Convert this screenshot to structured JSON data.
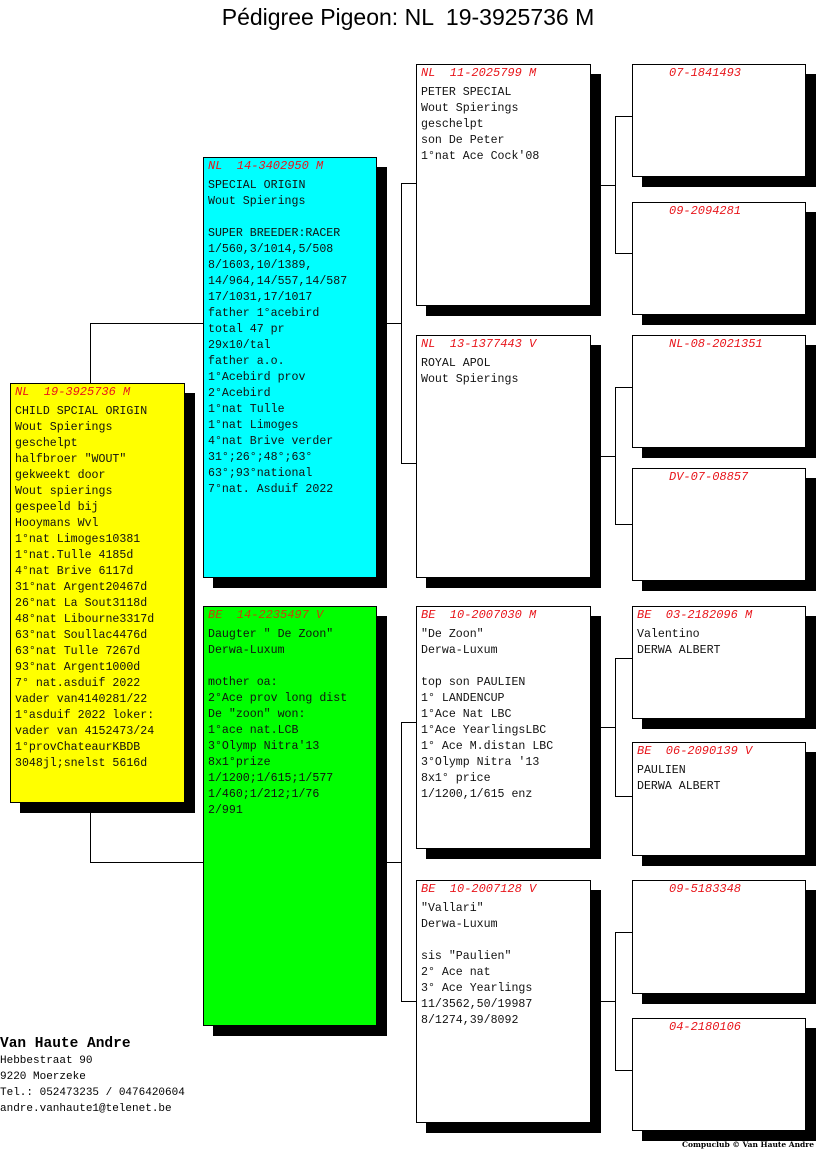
{
  "title": "Pédigree Pigeon: NL  19-3925736 M",
  "boxes": {
    "child": {
      "header": "NL  19-3925736 M",
      "lines": [
        "CHILD SPCIAL ORIGIN",
        "Wout Spierings",
        "geschelpt",
        "halfbroer \"WOUT\"",
        "gekweekt door",
        "Wout spierings",
        "gespeeld bij",
        "Hooymans Wvl",
        "1°nat Limoges10381",
        "1°nat.Tulle 4185d",
        "4°nat Brive 6117d",
        "31°nat Argent20467d",
        "26°nat La Sout3118d",
        "48°nat Libourne3317d",
        "63°nat Soullac4476d",
        "63°nat Tulle 7267d",
        "93°nat Argent1000d",
        "7° nat.asduif 2022",
        "vader van4140281/22",
        "1°asduif 2022 loker:",
        "vader van 4152473/24",
        "1°provChateaurKBDB",
        "3048jl;snelst 5616d"
      ]
    },
    "father": {
      "header": "NL  14-3402950 M",
      "lines": [
        "SPECIAL ORIGIN",
        "Wout Spierings",
        "",
        "SUPER BREEDER:RACER",
        "1/560,3/1014,5/508",
        "8/1603,10/1389,",
        "14/964,14/557,14/587",
        "17/1031,17/1017",
        "father 1°acebird",
        "total 47 pr",
        "29x10/tal",
        "father a.o.",
        "1°Acebird prov",
        "2°Acebird",
        "1°nat Tulle",
        "1°nat Limoges",
        "4°nat Brive verder",
        "31°;26°;48°;63°",
        "63°;93°national",
        "7°nat. Asduif 2022"
      ]
    },
    "mother": {
      "header": "BE  14-2235497 V",
      "lines": [
        "Daugter \" De Zoon\"",
        "Derwa-Luxum",
        "",
        "mother oa:",
        "2°Ace prov long dist",
        "De \"zoon\" won:",
        "1°ace nat.LCB",
        "3°Olymp Nitra'13",
        "8x1°prize",
        "1/1200;1/615;1/577",
        "1/460;1/212;1/76",
        "2/991"
      ]
    },
    "ff": {
      "header": "NL  11-2025799 M",
      "lines": [
        "PETER SPECIAL",
        "Wout Spierings",
        "geschelpt",
        "son De Peter",
        "1°nat Ace Cock'08"
      ]
    },
    "fm": {
      "header": "NL  13-1377443 V",
      "lines": [
        "ROYAL APOL",
        "Wout Spierings"
      ]
    },
    "mf": {
      "header": "BE  10-2007030 M",
      "lines": [
        "\"De Zoon\"",
        "Derwa-Luxum",
        "",
        "top son PAULIEN",
        "1° LANDENCUP",
        "1°Ace Nat LBC",
        "1°Ace YearlingsLBC",
        "1° Ace M.distan LBC",
        "3°Olymp Nitra '13",
        "8x1° price",
        "1/1200,1/615 enz"
      ]
    },
    "mm": {
      "header": "BE  10-2007128 V",
      "lines": [
        "\"Vallari\"",
        "Derwa-Luxum",
        "",
        "sis \"Paulien\"",
        "2° Ace nat",
        "3° Ace Yearlings",
        "11/3562,50/19987",
        "8/1274,39/8092"
      ]
    },
    "fff": {
      "header": "07-1841493",
      "lines": []
    },
    "ffm": {
      "header": "09-2094281",
      "lines": []
    },
    "fmf": {
      "header": "NL-08-2021351",
      "lines": []
    },
    "fmm": {
      "header": "DV-07-08857",
      "lines": []
    },
    "mff": {
      "header": "BE  03-2182096 M",
      "lines": [
        "Valentino",
        "DERWA ALBERT"
      ]
    },
    "mfm": {
      "header": "BE  06-2090139 V",
      "lines": [
        "PAULIEN",
        "DERWA ALBERT"
      ]
    },
    "mmf": {
      "header": "09-5183348",
      "lines": []
    },
    "mmm": {
      "header": "04-2180106",
      "lines": []
    }
  },
  "owner": {
    "name": "Van Haute Andre",
    "street": "Hebbestraat 90",
    "city": "9220  Moerzeke",
    "tel": "Tel.: 052473235 / 0476420604",
    "email": "andre.vanhaute1@telenet.be"
  },
  "credit": "Compuclub © Van Haute Andre"
}
